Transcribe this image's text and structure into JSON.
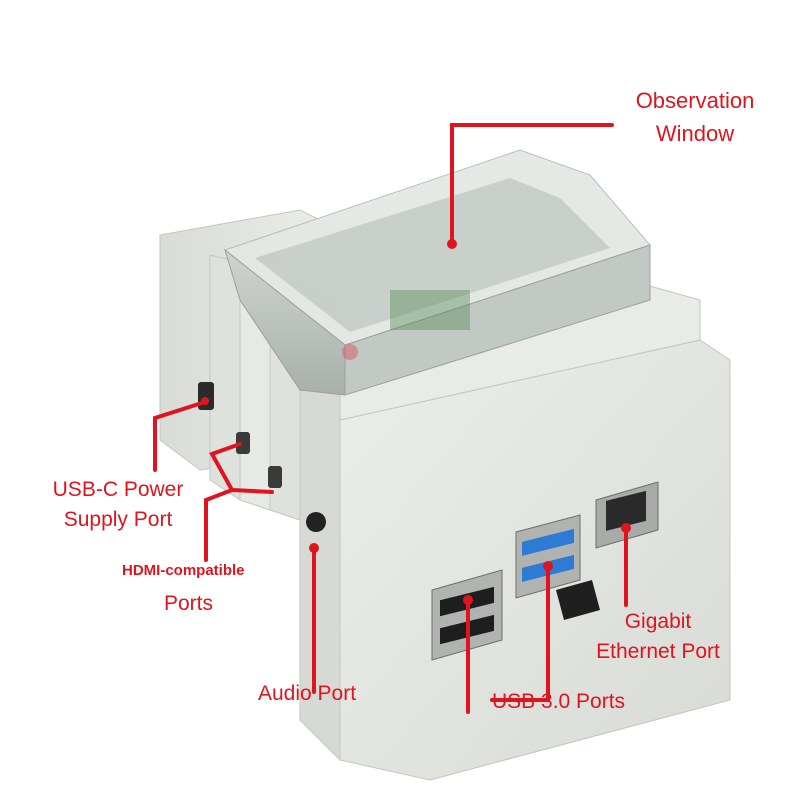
{
  "colors": {
    "accent": "#e0141e",
    "case": "#e6e7e4",
    "case_shadow": "#c9cbc7",
    "lid": "#b9bfba",
    "usb3": "#2d7bd4"
  },
  "labels": {
    "observation_line1": "Observation",
    "observation_line2": "Window",
    "usbc_line1": "USB-C Power",
    "usbc_line2": "Supply Port",
    "hdmi_line1": "HDMI-compatible",
    "hdmi_line2": "Ports",
    "audio": "Audio Port",
    "usb3": "USB 3.0 Ports",
    "ethernet_line1": "Gigabit",
    "ethernet_line2": "Ethernet Port"
  }
}
